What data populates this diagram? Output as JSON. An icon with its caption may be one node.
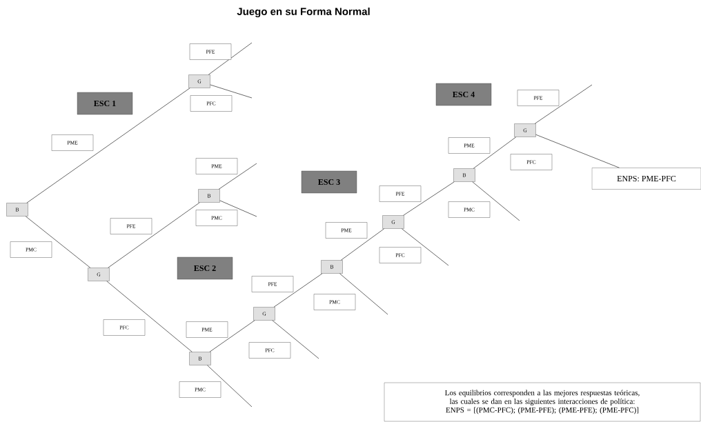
{
  "diagram": {
    "title": "Juego en su Forma Normal",
    "nodes": [
      {
        "text": [
          "G"
        ]
      },
      {
        "text": [
          "ESC 1"
        ]
      },
      {
        "text": [
          "ESC 4"
        ]
      },
      {
        "text": [
          "G"
        ]
      },
      {
        "text": [
          "B"
        ]
      },
      {
        "text": [
          "ESC 3"
        ]
      },
      {
        "text": [
          "ENPS: PME-PFC"
        ]
      },
      {
        "text": [
          "B"
        ]
      },
      {
        "text": [
          "B"
        ]
      },
      {
        "text": [
          "G"
        ]
      },
      {
        "text": [
          "B"
        ]
      },
      {
        "text": [
          "ESC 2"
        ]
      },
      {
        "text": [
          "G"
        ]
      },
      {
        "text": [
          "G"
        ]
      },
      {
        "text": [
          "B"
        ]
      },
      {
        "text": [
          "Los equilibrios corresponden a las mejores respuestas teóricas, las cuales se dan en las siguientes interacciones de política: ENPS = [(PMC-PFC); (PME-PFE); (PME-PFE); (PME-PFC)]"
        ]
      }
    ],
    "edges": [
      {
        "from": 8,
        "to": 0,
        "arrow": "none",
        "label": "PME"
      },
      {
        "from": 8,
        "to": 12,
        "arrow": "none",
        "label": "PMC"
      },
      {
        "from": 0,
        "to": null,
        "arrow": "none",
        "label": "PFE"
      },
      {
        "from": 0,
        "to": null,
        "arrow": "none",
        "label": "PFC"
      },
      {
        "from": 12,
        "to": 7,
        "arrow": "none",
        "label": "PFE"
      },
      {
        "from": 12,
        "to": 14,
        "arrow": "none",
        "label": "PFC"
      },
      {
        "from": 7,
        "to": null,
        "arrow": "none",
        "label": "PME"
      },
      {
        "from": 7,
        "to": null,
        "arrow": "none",
        "label": "PMC"
      },
      {
        "from": 14,
        "to": 13,
        "arrow": "none",
        "label": "PME"
      },
      {
        "from": 14,
        "to": null,
        "arrow": "none",
        "label": "PMC"
      },
      {
        "from": 13,
        "to": 10,
        "arrow": "none",
        "label": "PFE"
      },
      {
        "from": 13,
        "to": null,
        "arrow": "none",
        "label": "PFC"
      },
      {
        "from": 10,
        "to": 9,
        "arrow": "none",
        "label": "PME"
      },
      {
        "from": 10,
        "to": null,
        "arrow": "none",
        "label": "PMC"
      },
      {
        "from": 9,
        "to": 4,
        "arrow": "none",
        "label": "PFE"
      },
      {
        "from": 9,
        "to": null,
        "arrow": "none",
        "label": "PFC"
      },
      {
        "from": 4,
        "to": 3,
        "arrow": "none",
        "label": "PME"
      },
      {
        "from": 4,
        "to": null,
        "arrow": "none",
        "label": "PMC"
      },
      {
        "from": 3,
        "to": null,
        "arrow": "none",
        "label": "PFE"
      },
      {
        "from": 3,
        "to": 6,
        "arrow": "none",
        "label": "PFC"
      }
    ]
  }
}
